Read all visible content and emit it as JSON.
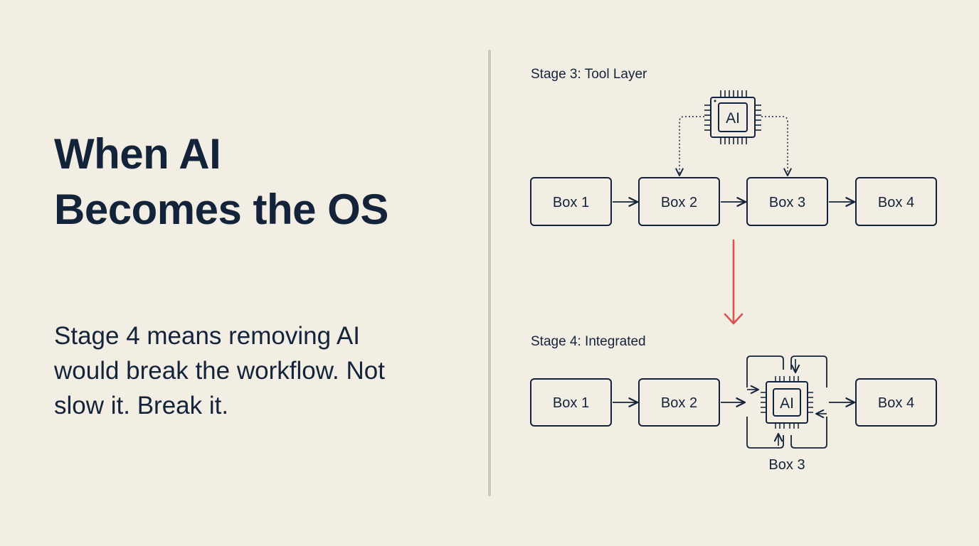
{
  "title": {
    "line1": "When AI",
    "line2": "Becomes the OS"
  },
  "body": {
    "line1": "Stage 4 means removing AI",
    "line2": "would break the workflow. Not",
    "line3": "slow it. Break it."
  },
  "colors": {
    "background": "#f3eee4",
    "ink": "#13233a",
    "divider": "#cfc6b6",
    "accent_arrow": "#d9534f"
  },
  "stage3": {
    "label": "Stage 3: Tool Layer",
    "chip_label": "AI",
    "chip_icon": "ai-chip-icon",
    "boxes": [
      "Box 1",
      "Box 2",
      "Box 3",
      "Box 4"
    ]
  },
  "stage4": {
    "label": "Stage 4: Integrated",
    "chip_label": "AI",
    "chip_icon": "ai-chip-icon",
    "boxes": [
      "Box 1",
      "Box 2",
      "Box 4"
    ],
    "integrated_box_label": "Box 3"
  },
  "transition_arrow_icon": "arrow-down-icon"
}
